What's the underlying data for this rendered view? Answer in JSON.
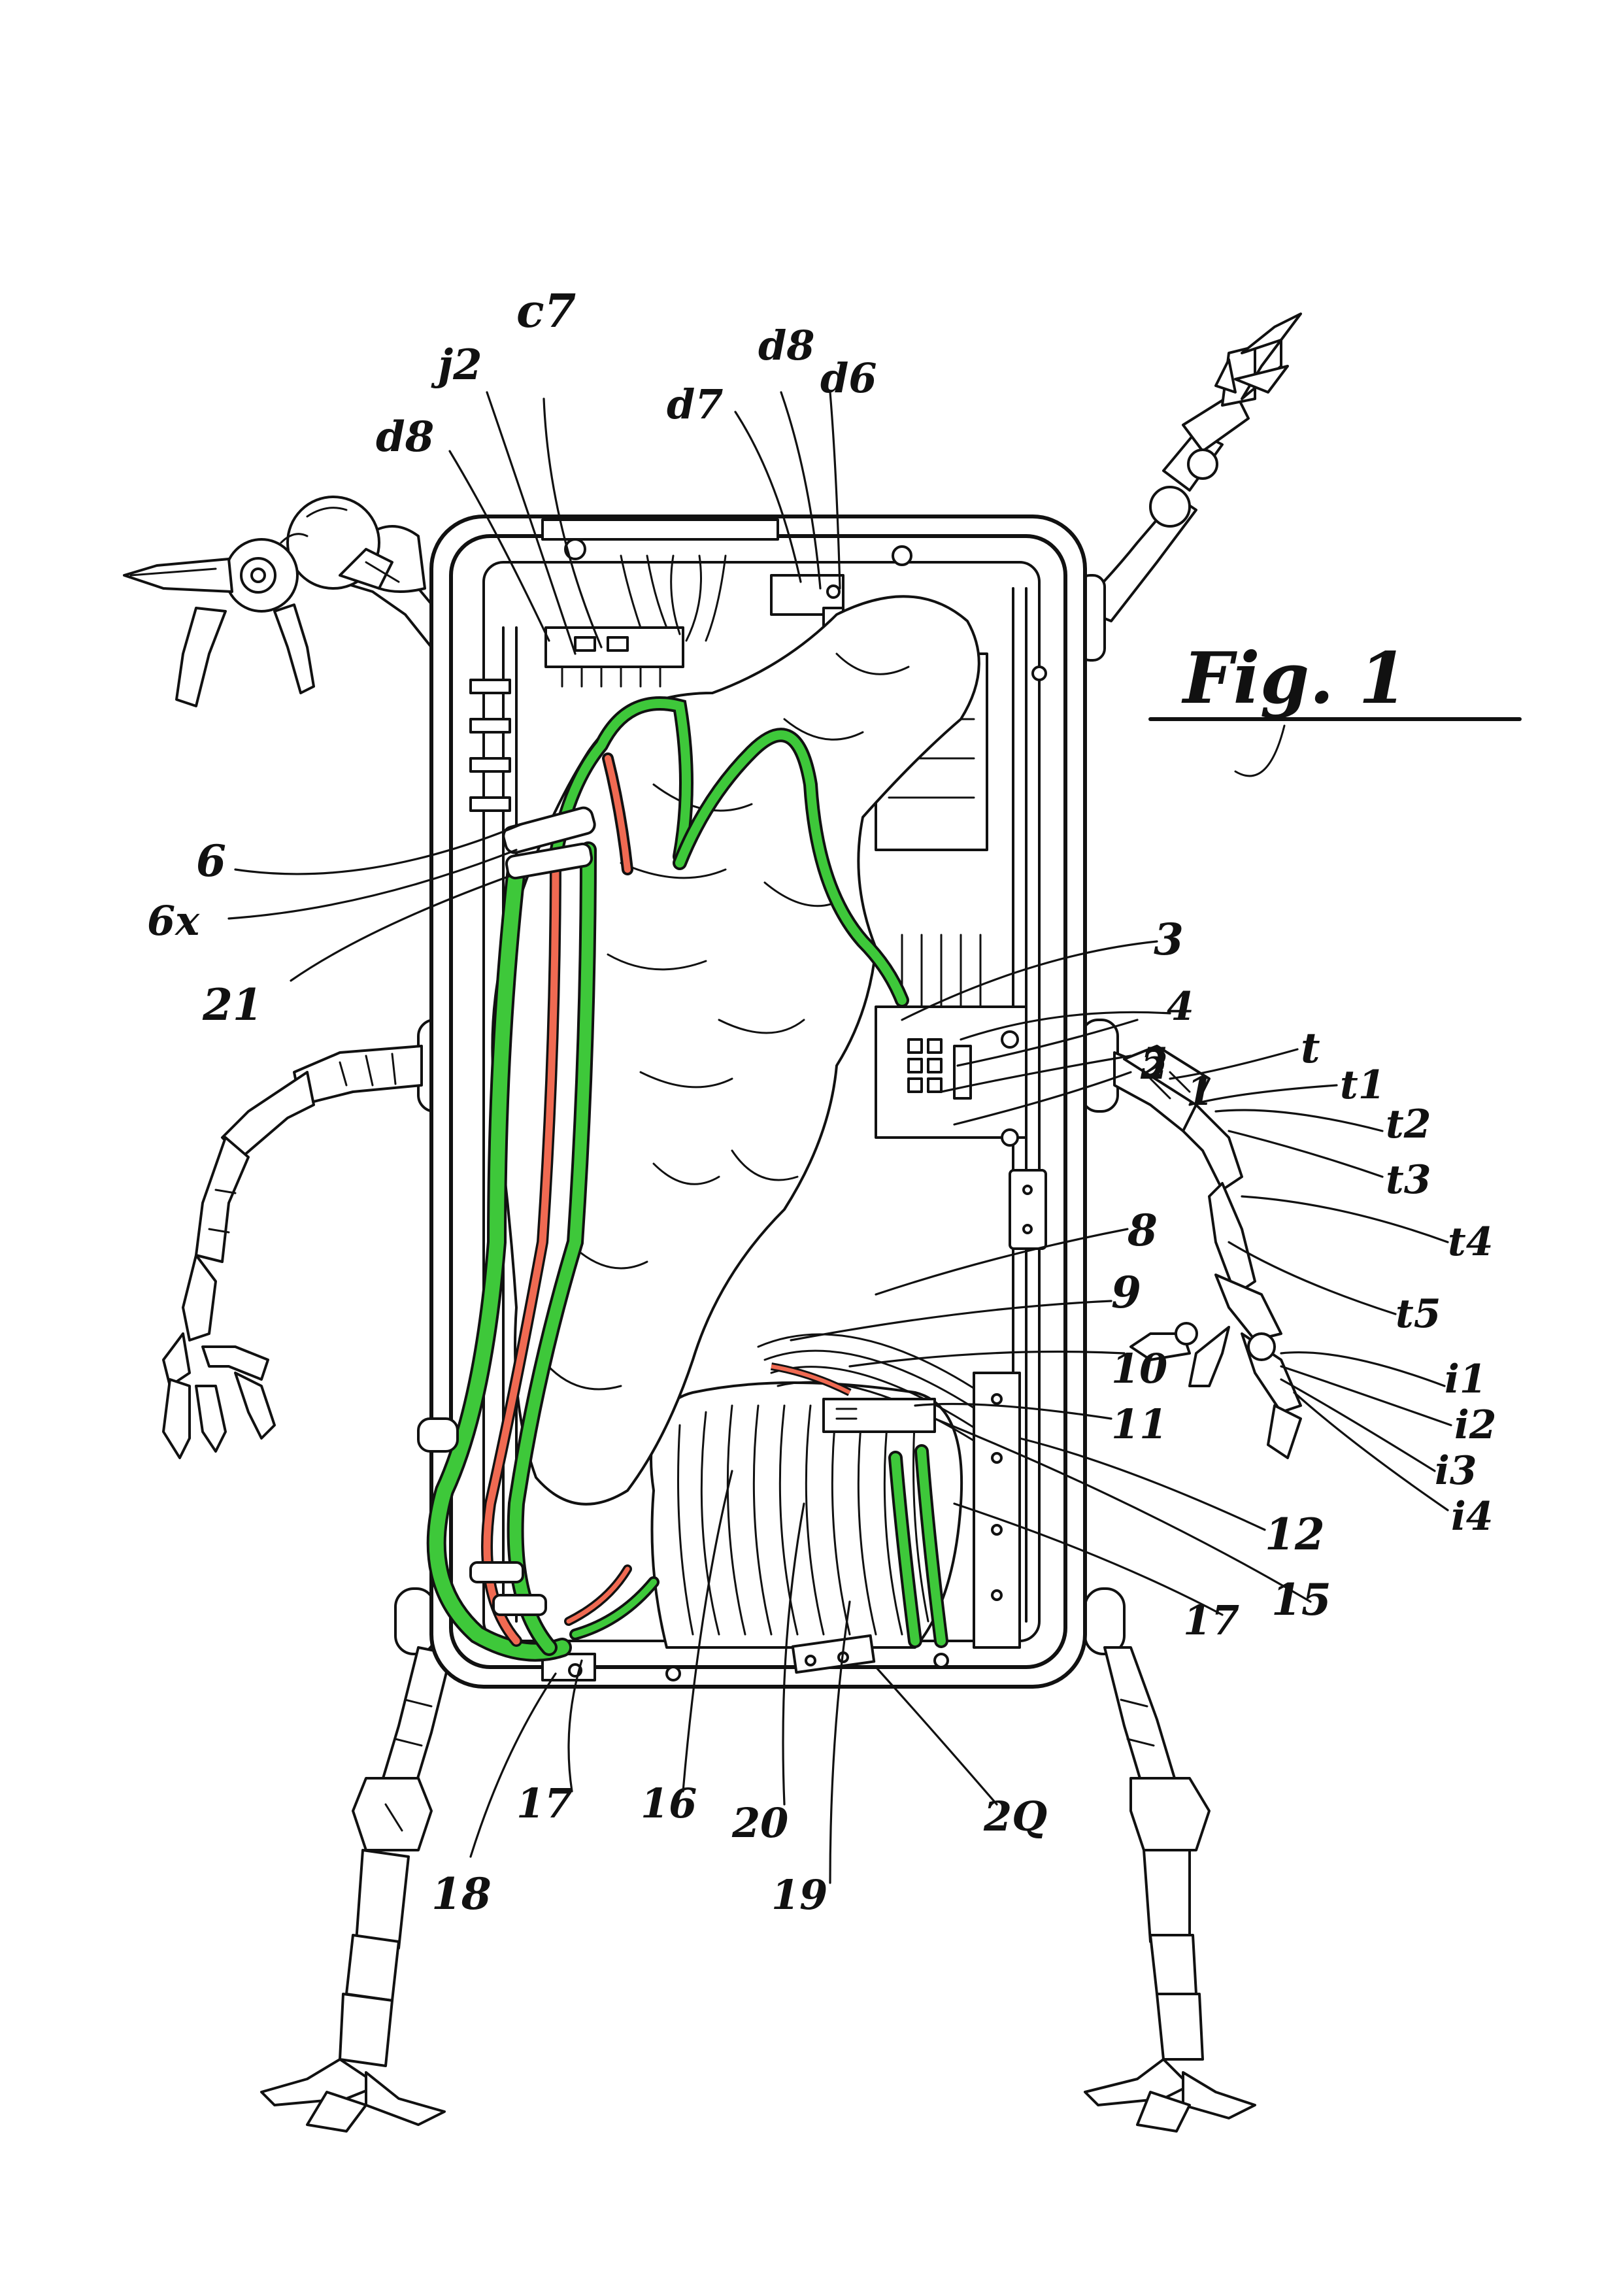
{
  "figure": {
    "title": "Fig. 1"
  },
  "colors": {
    "ink": "#111111",
    "paper": "#ffffff",
    "green_cable": "#3ec83a",
    "red_cable": "#f06a52"
  },
  "labels": {
    "c7": "c7",
    "j2": "j2",
    "d8_left": "d8",
    "d7": "d7",
    "d8_top": "d8",
    "d6": "d6",
    "n6": "6",
    "n6x": "6x",
    "n21": "21",
    "n3": "3",
    "n4": "4",
    "n5": "5",
    "n1": "1",
    "n2": "2",
    "t": "t",
    "t1": "t1",
    "t2": "t2",
    "t3": "t3",
    "t4": "t4",
    "t5": "t5",
    "i1": "i1",
    "i2": "i2",
    "i3": "i3",
    "i4": "i4",
    "n8": "8",
    "n9": "9",
    "n10": "10",
    "n11": "11",
    "n12": "12",
    "n15": "15",
    "n17_right": "17",
    "n17_bottom": "17",
    "n18": "18",
    "n16": "16",
    "n20": "20",
    "n19": "19",
    "n2Q": "2Q"
  }
}
